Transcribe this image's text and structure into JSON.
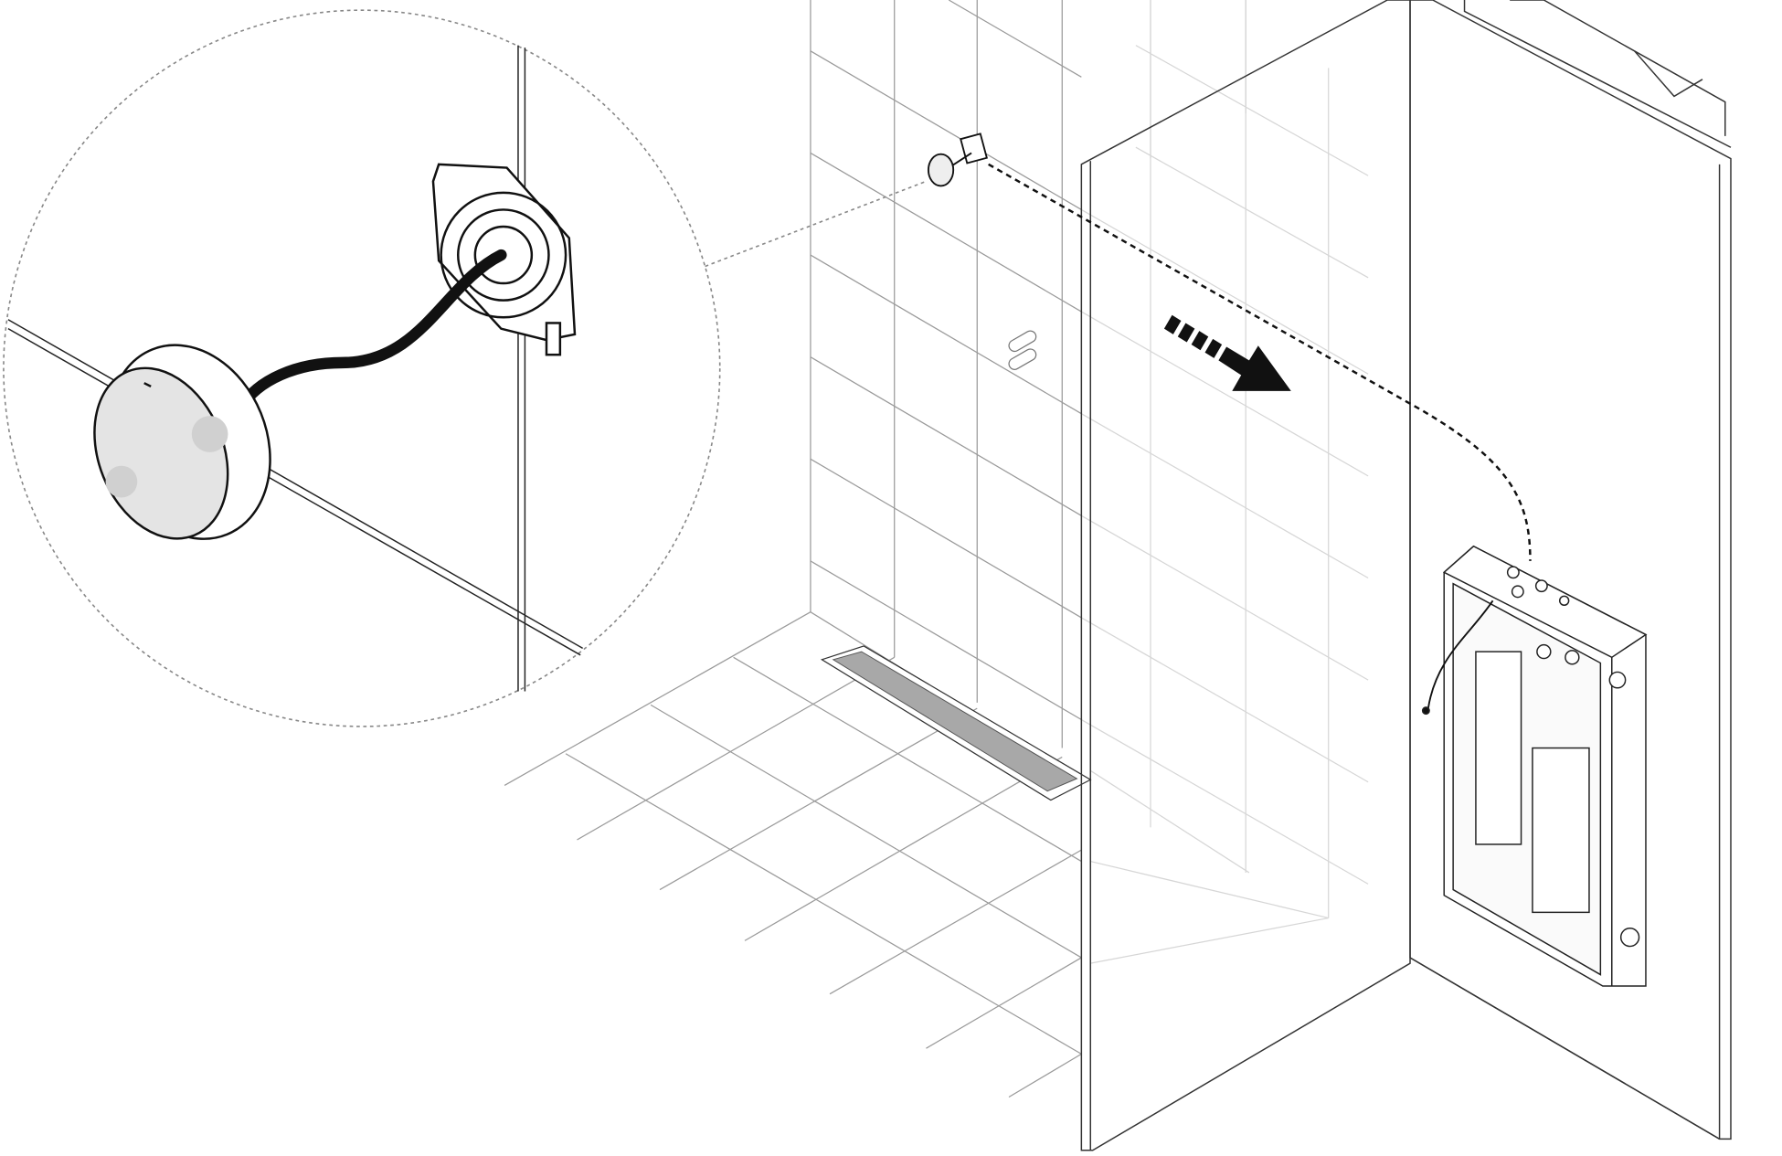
{
  "diagram": {
    "kind": "installation-illustration",
    "colors": {
      "line": "#1a1a1a",
      "grid_light": "#9a9a9a",
      "grid_faint": "#cfcfcf",
      "drain_fill": "#a8a8a8",
      "sensor_face": "#e4e4e4",
      "arrow": "#111111"
    },
    "icons": [
      "magnifier-callout",
      "sensor-button",
      "mounting-bracket",
      "direction-arrow",
      "control-box"
    ]
  }
}
